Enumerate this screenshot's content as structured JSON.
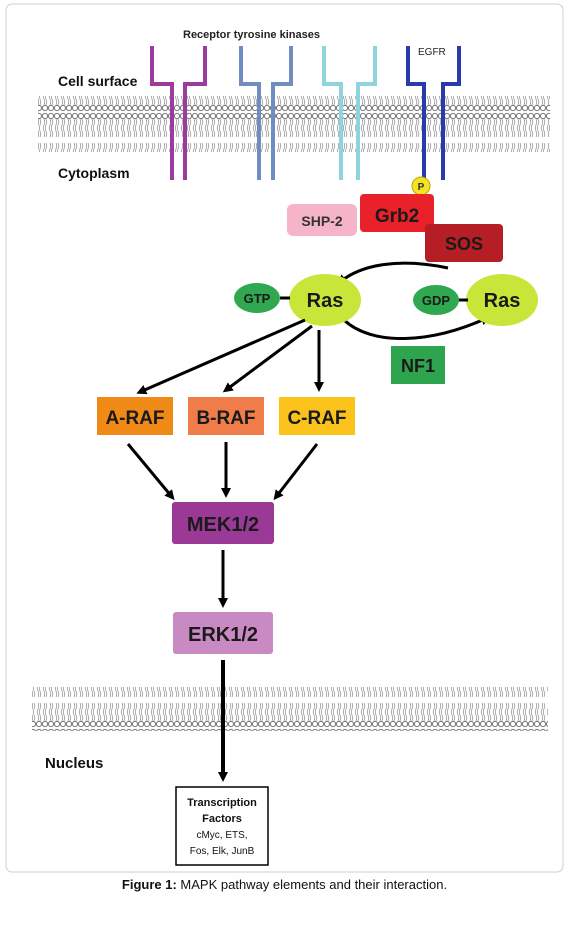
{
  "labels": {
    "receptor_tyrosine_kinases": "Receptor tyrosine kinases",
    "egfr": "EGFR",
    "cell_surface": "Cell surface",
    "cytoplasm": "Cytoplasm",
    "nucleus": "Nucleus",
    "phospho": "P"
  },
  "nodes": {
    "shp2": "SHP-2",
    "grb2": "Grb2",
    "sos": "SOS",
    "gtp": "GTP",
    "ras_active": "Ras",
    "gdp": "GDP",
    "ras_inactive": "Ras",
    "nf1": "NF1",
    "a_raf": "A-RAF",
    "b_raf": "B-RAF",
    "c_raf": "C-RAF",
    "mek": "MEK1/2",
    "erk": "ERK1/2"
  },
  "transcription": {
    "title_line1": "Transcription",
    "title_line2": "Factors",
    "items_line1": "cMyc, ETS,",
    "items_line2": "Fos, Elk, JunB"
  },
  "caption": {
    "prefix": "Figure 1:",
    "text": " MAPK pathway elements and their interaction."
  },
  "colors": {
    "receptor_purple": "#9b3b9e",
    "receptor_steel": "#6f8dbf",
    "receptor_cyan": "#8fd4dc",
    "receptor_egfr": "#2a3aa8",
    "shp2": "#f6b4c8",
    "grb2": "#e8212a",
    "sos": "#b41e24",
    "ras": "#c8e63a",
    "gtp_gdp": "#2fa84f",
    "nf1": "#2ea44f",
    "a_raf": "#f08a17",
    "b_raf": "#f07c4a",
    "c_raf": "#fcc21c",
    "mek": "#9a3a96",
    "erk": "#c98ac4",
    "phospho": "#f4e323"
  }
}
